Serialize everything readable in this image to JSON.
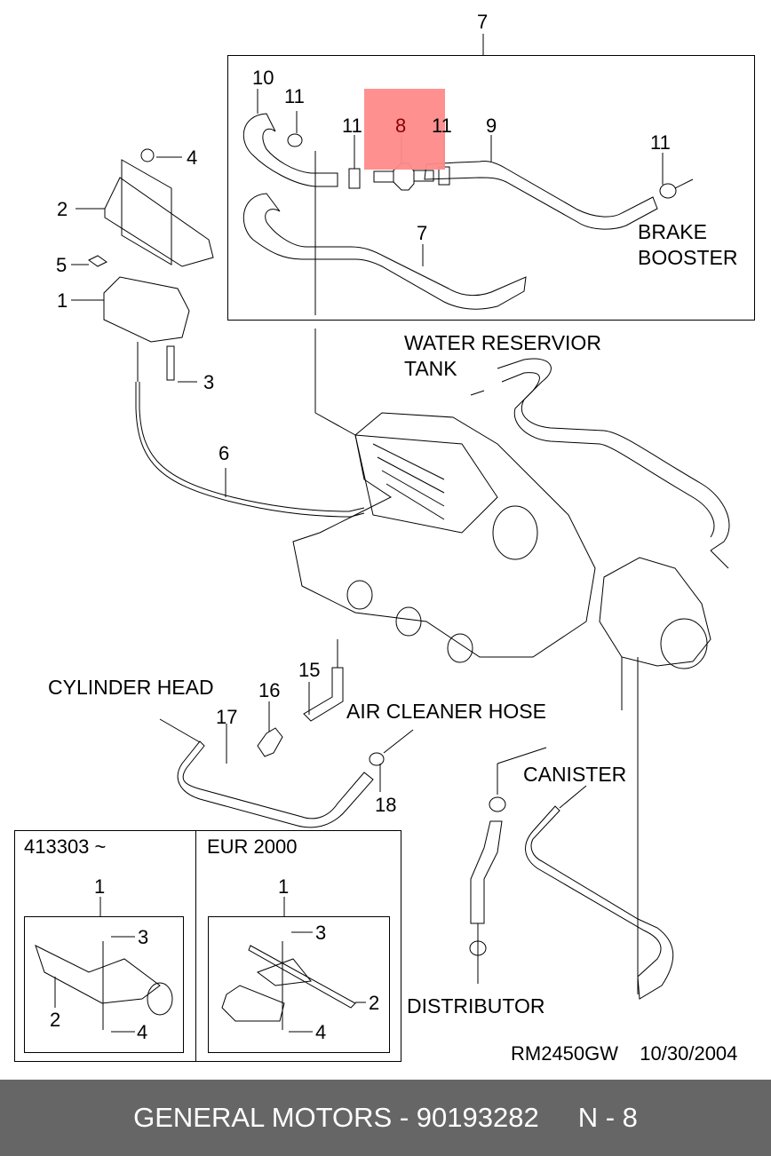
{
  "diagram": {
    "type": "exploded-parts-diagram",
    "highlight_color": "#ff8a8a",
    "highlighted_part": "8",
    "callouts": [
      {
        "id": "c7-top",
        "text": "7"
      },
      {
        "id": "c10",
        "text": "10"
      },
      {
        "id": "c11-a",
        "text": "11"
      },
      {
        "id": "c11-b",
        "text": "11"
      },
      {
        "id": "c8",
        "text": "8"
      },
      {
        "id": "c11-c",
        "text": "11"
      },
      {
        "id": "c9",
        "text": "9"
      },
      {
        "id": "c11-d",
        "text": "11"
      },
      {
        "id": "c7-inner",
        "text": "7"
      },
      {
        "id": "c4",
        "text": "4"
      },
      {
        "id": "c2",
        "text": "2"
      },
      {
        "id": "c5",
        "text": "5"
      },
      {
        "id": "c1",
        "text": "1"
      },
      {
        "id": "c3",
        "text": "3"
      },
      {
        "id": "c6",
        "text": "6"
      },
      {
        "id": "c15",
        "text": "15"
      },
      {
        "id": "c16",
        "text": "16"
      },
      {
        "id": "c17",
        "text": "17"
      },
      {
        "id": "c18",
        "text": "18"
      }
    ],
    "captions": {
      "brake_booster_1": "BRAKE",
      "brake_booster_2": "BOOSTER",
      "water_reservoir_1": "WATER RESERVIOR",
      "water_reservoir_2": "TANK",
      "cylinder_head": "CYLINDER HEAD",
      "air_cleaner_hose": "AIR CLEANER HOSE",
      "canister": "CANISTER",
      "distributor": "DISTRIBUTOR"
    },
    "inset_panels": [
      {
        "title": "413303 ~",
        "callouts": [
          "1",
          "3",
          "2",
          "4"
        ]
      },
      {
        "title": "EUR 2000",
        "callouts": [
          "1",
          "3",
          "2",
          "4"
        ]
      }
    ],
    "drawing_ref": "RM2450GW",
    "drawing_date": "10/30/2004"
  },
  "footer": {
    "brand_part": "GENERAL MOTORS - 90193282",
    "page_ref": "N - 8"
  }
}
